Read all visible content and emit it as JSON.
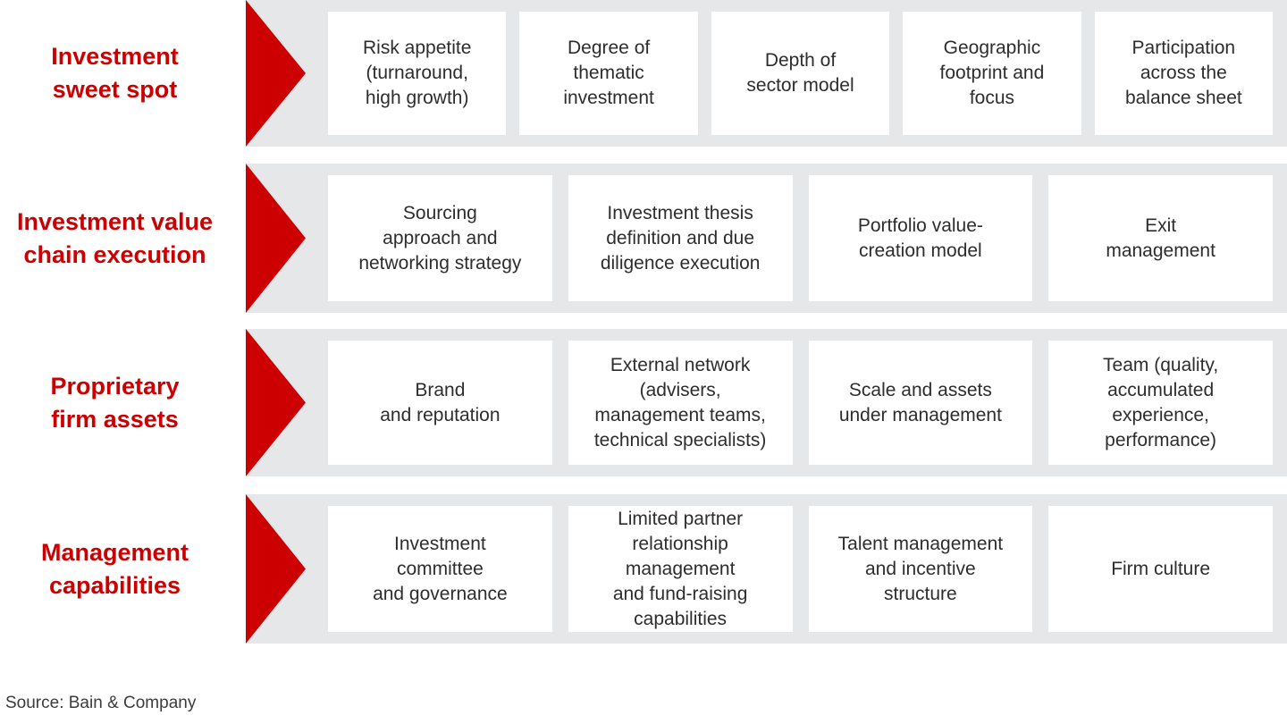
{
  "accent_color": "#CC0000",
  "band_color": "#E6E7E8",
  "rows": [
    {
      "label": "Investment\nsweet spot",
      "boxes": [
        "Risk appetite\n(turnaround,\nhigh growth)",
        "Degree of\nthematic\ninvestment",
        "Depth of\nsector model",
        "Geographic\nfootprint and\nfocus",
        "Participation\nacross the\nbalance sheet"
      ]
    },
    {
      "label": "Investment value\nchain execution",
      "boxes": [
        "Sourcing\napproach and\nnetworking strategy",
        "Investment thesis\ndefinition and due\ndiligence execution",
        "Portfolio value-\ncreation model",
        "Exit\nmanagement"
      ]
    },
    {
      "label": "Proprietary\nfirm assets",
      "boxes": [
        "Brand\nand reputation",
        "External network\n(advisers,\nmanagement teams,\ntechnical specialists)",
        "Scale and assets\nunder management",
        "Team (quality,\naccumulated\nexperience,\nperformance)"
      ]
    },
    {
      "label": "Management\ncapabilities",
      "boxes": [
        "Investment\ncommittee\nand governance",
        "Limited partner\nrelationship\nmanagement\nand fund-raising\ncapabilities",
        "Talent management\nand incentive\nstructure",
        "Firm culture"
      ]
    }
  ],
  "source": "Source: Bain & Company"
}
